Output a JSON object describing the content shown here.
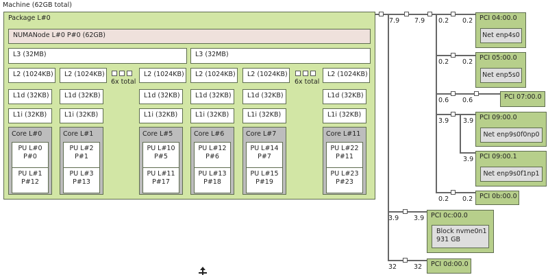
{
  "machine": {
    "title": "Machine (62GB total)"
  },
  "package": {
    "title": "Package L#0",
    "numa": "NUMANode L#0 P#0 (62GB)",
    "l3": [
      "L3 (32MB)",
      "L3 (32MB)"
    ],
    "l2": [
      "L2 (1024KB)",
      "L2 (1024KB)",
      "L2 (1024KB)",
      "L2 (1024KB)",
      "L2 (1024KB)",
      "L2 (1024KB)"
    ],
    "l1d": [
      "L1d (32KB)",
      "L1d (32KB)",
      "L1d (32KB)",
      "L1d (32KB)",
      "L1d (32KB)",
      "L1d (32KB)"
    ],
    "l1i": [
      "L1i (32KB)",
      "L1i (32KB)",
      "L1i (32KB)",
      "L1i (32KB)",
      "L1i (32KB)",
      "L1i (32KB)"
    ],
    "collapsed_label": "6x total",
    "cores": [
      {
        "label": "Core L#0",
        "pus": [
          [
            "PU L#0",
            "P#0"
          ],
          [
            "PU L#1",
            "P#12"
          ]
        ]
      },
      {
        "label": "Core L#1",
        "pus": [
          [
            "PU L#2",
            "P#1"
          ],
          [
            "PU L#3",
            "P#13"
          ]
        ]
      },
      {
        "label": "Core L#5",
        "pus": [
          [
            "PU L#10",
            "P#5"
          ],
          [
            "PU L#11",
            "P#17"
          ]
        ]
      },
      {
        "label": "Core L#6",
        "pus": [
          [
            "PU L#12",
            "P#6"
          ],
          [
            "PU L#13",
            "P#18"
          ]
        ]
      },
      {
        "label": "Core L#7",
        "pus": [
          [
            "PU L#14",
            "P#7"
          ],
          [
            "PU L#15",
            "P#19"
          ]
        ]
      },
      {
        "label": "Core L#11",
        "pus": [
          [
            "PU L#22",
            "P#11"
          ],
          [
            "PU L#23",
            "P#23"
          ]
        ]
      }
    ]
  },
  "pci": {
    "bridge_bw": [
      "7.9",
      "7.9"
    ],
    "devices": [
      {
        "label": "PCI 04:00.0",
        "child": "Net enp4s0",
        "bw": [
          "0.2",
          "0.2"
        ]
      },
      {
        "label": "PCI 05:00.0",
        "child": "Net enp5s0",
        "bw": [
          "0.2",
          "0.2"
        ]
      },
      {
        "label": "PCI 07:00.0",
        "bw": [
          "0.6",
          "0.6"
        ]
      },
      {
        "label": "PCI 09:00.0",
        "child": "Net enp9s0f0np0",
        "bw": [
          "3.9",
          "3.9"
        ]
      },
      {
        "label": "PCI 09:00.1",
        "child": "Net enp9s0f1np1",
        "bw": [
          "3.9"
        ]
      },
      {
        "label": "PCI 0b:00.0",
        "bw": [
          "0.2",
          "0.2"
        ]
      },
      {
        "label": "PCI 0c:00.0",
        "child": "Block nvme0n1",
        "child2": "931 GB",
        "bw": [
          "3.9",
          "3.9"
        ]
      },
      {
        "label": "PCI 0d:00.0",
        "bw": [
          "32",
          "32"
        ]
      }
    ]
  }
}
